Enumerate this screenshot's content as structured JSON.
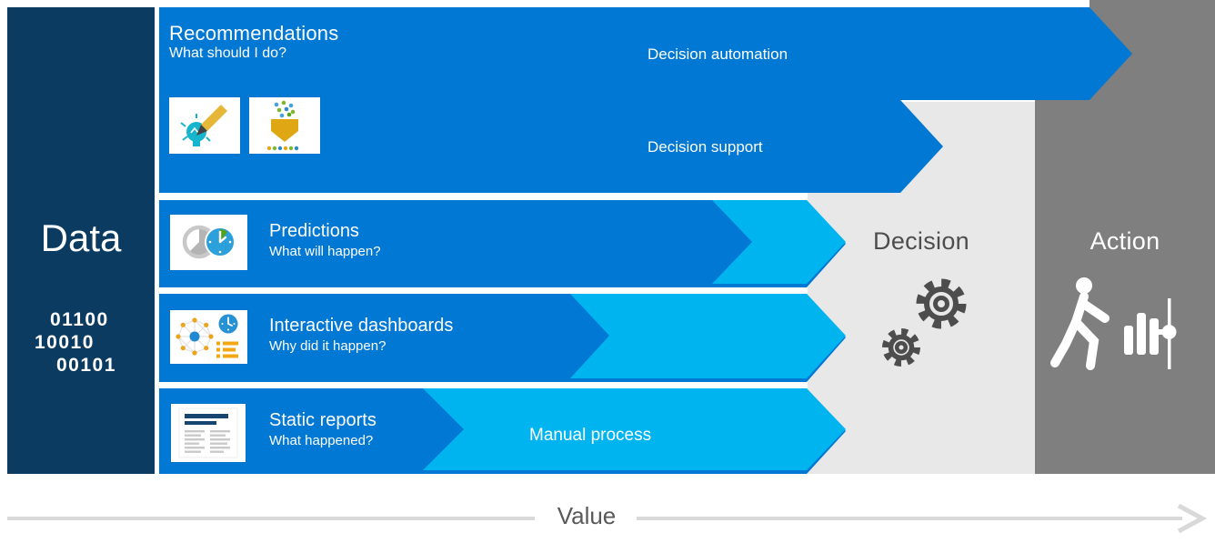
{
  "colors": {
    "navy": "#0b3b60",
    "blue": "#0078d4",
    "cyan": "#00b4ef",
    "decision_panel_bg": "#e8e8e8",
    "action_panel_bg": "#7f7f7f",
    "decision_text": "#4d4d4d",
    "value_line": "#d9d9d9",
    "value_text": "#595959"
  },
  "data_panel": {
    "title": "Data",
    "binary": [
      "01100",
      "10010",
      "00101"
    ]
  },
  "recommendations": {
    "title": "Recommendations",
    "subtitle": "What should I do?"
  },
  "arrows": {
    "decision_automation": "Decision automation",
    "decision_support": "Decision support",
    "manual_process": "Manual process"
  },
  "rows": [
    {
      "title": "Predictions",
      "subtitle": "What will happen?"
    },
    {
      "title": "Interactive dashboards",
      "subtitle": "Why did it happen?"
    },
    {
      "title": "Static reports",
      "subtitle": "What happened?"
    }
  ],
  "decision_panel": {
    "title": "Decision"
  },
  "action_panel": {
    "title": "Action"
  },
  "footer": {
    "label": "Value"
  },
  "icons": {
    "recommendations": [
      "lightbulb-pencil-icon",
      "funnel-dots-icon"
    ],
    "predictions": "clocks-icon",
    "interactive_dashboards": "network-graph-icon",
    "static_reports": "document-report-icon",
    "decision": "gears-icon",
    "action": [
      "walking-person-icon",
      "bar-chart-slider-icon"
    ]
  }
}
